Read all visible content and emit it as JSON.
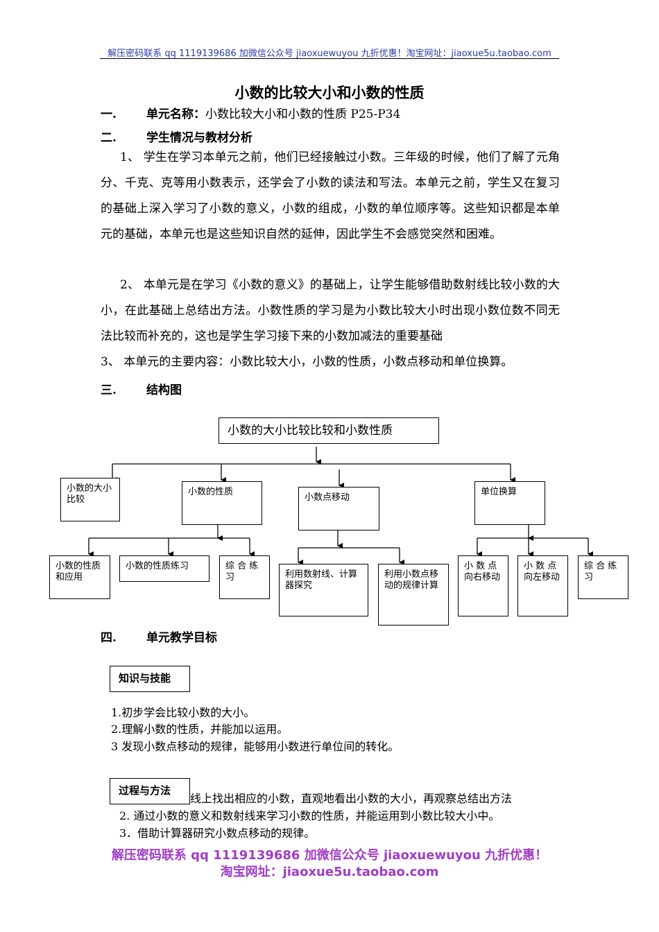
{
  "header": {
    "text": "解压密码联系 qq 1119139686  加微信公众号 jiaoxuewuyou  九折优惠！淘宝网址：jiaoxue5u.taobao.com"
  },
  "title": "小数的比较大小和小数的性质",
  "sections": {
    "s1": {
      "num": "一.",
      "label": "单元名称：",
      "text": "小数比较大小和小数的性质 P25-P34"
    },
    "s2": {
      "num": "二.",
      "label": "学生情况与教材分析"
    },
    "s3": {
      "num": "三.",
      "label": "结构图"
    },
    "s4": {
      "num": "四.",
      "label": "单元教学目标"
    }
  },
  "analysis": {
    "p1": "1、 学生在学习本单元之前，他们已经接触过小数。三年级的时候，他们了解了元角分、千克、克等用小数表示，还学会了小数的读法和写法。本单元之前，学生又在复习的基础上深入学习了小数的意义，小数的组成，小数的单位顺序等。这些知识都是本单元的基础，本单元也是这些知识自然的延伸，因此学生不会感觉突然和困难。",
    "p2": "2、 本单元是在学习《小数的意义》的基础上，让学生能够借助数射线比较小数的大小，在此基础上总结出方法。小数性质的学习是为小数比较大小时出现小数位数不同无法比较而补充的，这也是学生学习接下来的小数加减法的重要基础",
    "p3": "3、 本单元的主要内容：小数比较大小，小数的性质，小数点移动和单位换算。"
  },
  "diagram": {
    "root": "小数的大小比较比较和小数性质",
    "level1": [
      "小数的大小比较",
      "小数的性质",
      "小数点移动",
      "单位换算"
    ],
    "children_property": [
      "小数的性质和应用",
      "小数的性质练习",
      "综 合 练 习"
    ],
    "children_point": [
      "利用数射线、计算器探究",
      "利用小数点移动的规律计算"
    ],
    "children_unit": [
      "小 数 点 向右移动",
      "小 数 点 向左移动",
      "综 合 练 习"
    ]
  },
  "goals": {
    "knowledge_tag": "知识与技能",
    "knowledge": [
      "1.初步学会比较小数的大小。",
      "2.理解小数的性质，并能加以运用。",
      "3 发现小数点移动的规律，能够用小数进行单位间的转化。"
    ],
    "process_tag": "过程与方法",
    "process": [
      "线上找出相应的小数，直观地看出小数的大小，再观察总结出方法",
      "2. 通过小数的意义和数射线来学习小数的性质，并能运用到小数比较大小中。",
      "3．借助计算器研究小数点移动的规律。"
    ]
  },
  "footer": {
    "line1": "解压密码联系 qq 1119139686  加微信公众号 jiaoxuewuyou  九折优惠！",
    "line2": "淘宝网址：jiaoxue5u.taobao.com"
  }
}
